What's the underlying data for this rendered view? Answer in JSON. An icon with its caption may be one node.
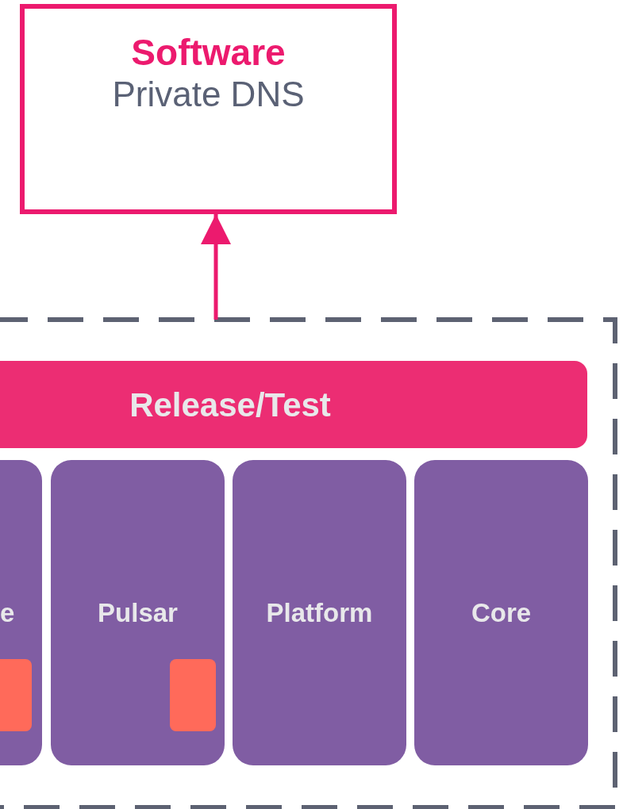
{
  "diagram": {
    "nodes": [
      {
        "text": [
          "Software",
          "Private DNS"
        ]
      },
      {
        "text": [],
        "shape": "box"
      },
      {
        "text": [
          "Release/Test"
        ],
        "in": 1
      },
      {
        "text": [
          "e"
        ],
        "in": 1
      },
      {
        "text": [
          "Pulsar"
        ],
        "in": 1
      },
      {
        "text": [
          "Platform"
        ],
        "in": 1
      },
      {
        "text": [
          "Core"
        ],
        "in": 1
      },
      {
        "text": [],
        "shape": "box",
        "in": 3
      },
      {
        "text": [],
        "shape": "box",
        "in": 4
      }
    ],
    "edges": [
      {
        "from": 1,
        "to": 0,
        "arrow": "to"
      }
    ]
  }
}
